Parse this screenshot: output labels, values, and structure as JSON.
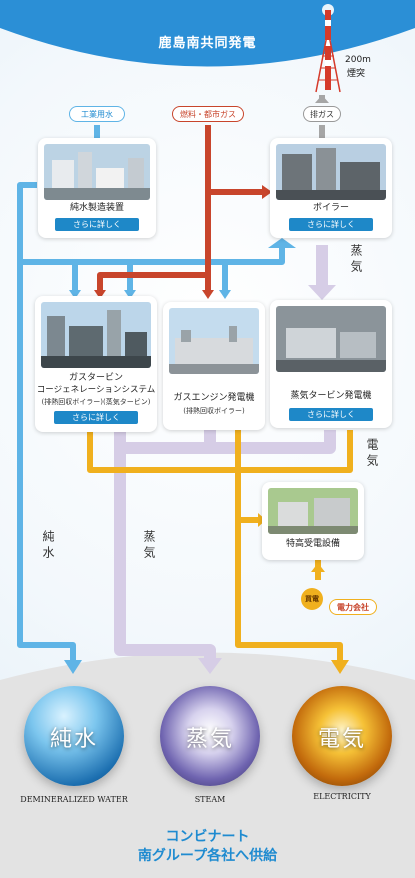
{
  "header": {
    "title": "鹿島南共同発電"
  },
  "chimney": {
    "height_label": "200m",
    "name": "煙突"
  },
  "tags": {
    "industrial_water": "工業用水",
    "fuel_gas": "燃料・都市ガス",
    "exhaust_gas": "排ガス",
    "buy_power": "買電",
    "power_company": "電力会社"
  },
  "cards": {
    "water_treatment": {
      "title": "純水製造装置",
      "button": "さらに詳しく"
    },
    "boiler": {
      "title": "ボイラー",
      "button": "さらに詳しく"
    },
    "gas_turbine": {
      "title_line1": "ガスタービン",
      "title_line2": "コージェネレーションシステム",
      "sub": "(排熱回収ボイラー)(蒸気タービン)",
      "button": "さらに詳しく"
    },
    "gas_engine": {
      "title": "ガスエンジン発電機",
      "sub": "(排熱回収ボイラー)"
    },
    "steam_turbine": {
      "title": "蒸気タービン発電機",
      "button": "さらに詳しく"
    },
    "substation": {
      "title": "特高受電設備"
    }
  },
  "flow_labels": {
    "steam_top": "蒸気",
    "electricity_right": "電気",
    "pure_water": "純水",
    "steam_left": "蒸気"
  },
  "outputs": [
    {
      "kanji": "純水",
      "label": "DEMINERALIZED WATER"
    },
    {
      "kanji": "蒸気",
      "label": "STEAM"
    },
    {
      "kanji": "電気",
      "label": "ELECTRICITY"
    }
  ],
  "footer": {
    "line1": "コンビナート",
    "line2": "南グループ各社へ供給"
  },
  "colors": {
    "water": "#5fb4e6",
    "fuel": "#c8452c",
    "steam": "#d6cde6",
    "electricity": "#f0b01e",
    "exhaust": "#a6a6a6",
    "button": "#1e88c8",
    "footer_text": "#1f8bd0"
  }
}
